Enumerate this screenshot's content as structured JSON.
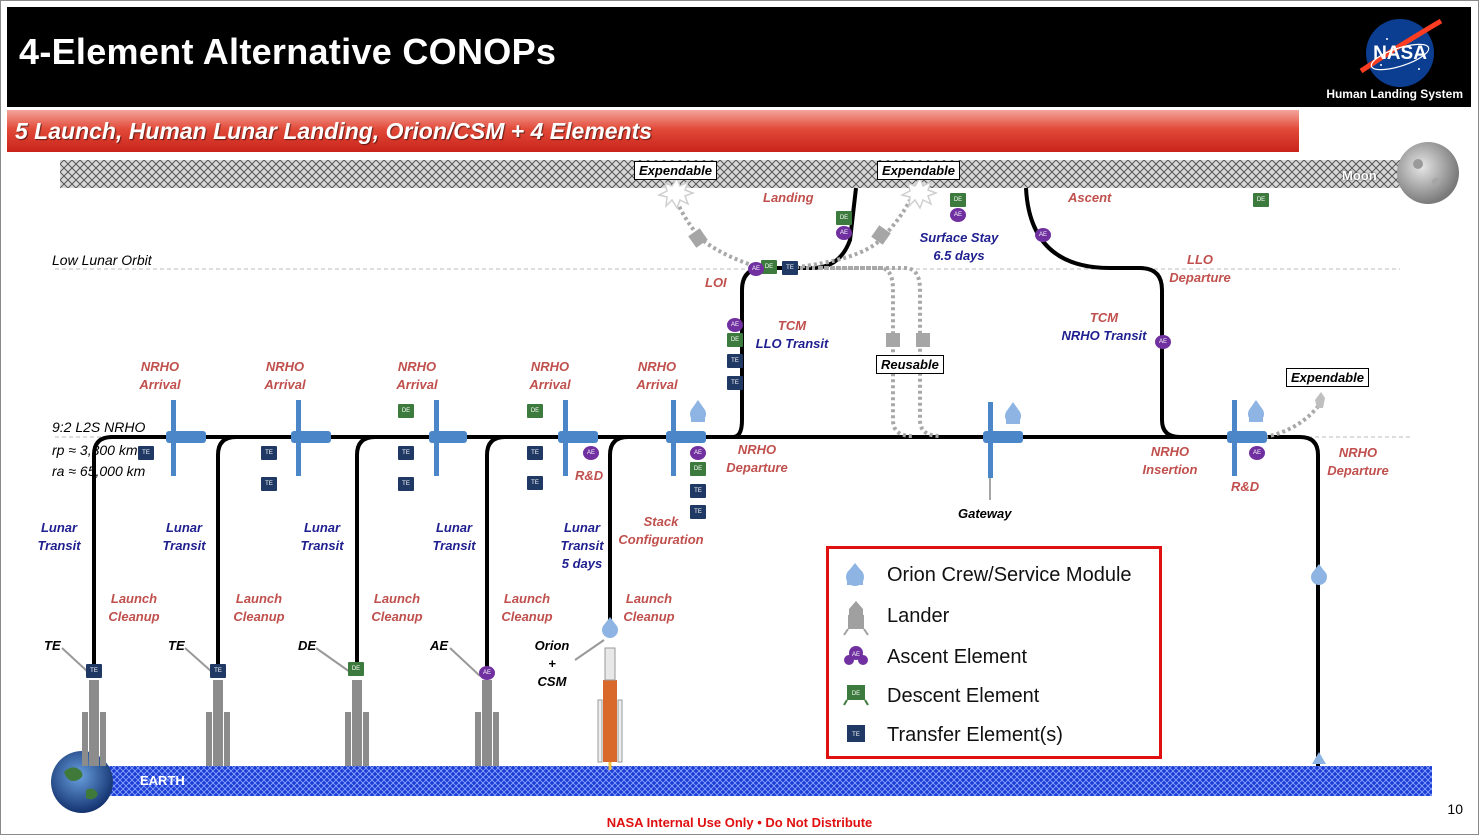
{
  "header": {
    "title": "4-Element Alternative CONOPs",
    "program": "Human Landing System",
    "logo_text": "NASA"
  },
  "subtitle": "5 Launch, Human Lunar Landing, Orion/CSM + 4 Elements",
  "regions": {
    "moon": "Moon",
    "earth": "EARTH"
  },
  "orbits": {
    "llo": "Low Lunar Orbit",
    "nrho": "9:2 L2S NRHO",
    "rp": "rp ≈ 3,300 km",
    "ra": "ra ≈ 65,000 km"
  },
  "tags": {
    "expendable_1": "Expendable",
    "expendable_2": "Expendable",
    "expendable_3": "Expendable",
    "reusable": "Reusable"
  },
  "phases": {
    "landing": "Landing",
    "ascent": "Ascent",
    "surface_stay_1": "Surface Stay",
    "surface_stay_2": "6.5 days",
    "loi": "LOI",
    "llo_departure_1": "LLO",
    "llo_departure_2": "Departure",
    "tcm_left_1": "TCM",
    "tcm_left_2": "LLO Transit",
    "tcm_right_1": "TCM",
    "tcm_right_2": "NRHO Transit",
    "gateway": "Gateway",
    "nrho_departure_1": "NRHO",
    "nrho_departure_2": "Departure",
    "nrho_insertion_1": "NRHO",
    "nrho_insertion_2": "Insertion",
    "nrho_departure_right_1": "NRHO",
    "nrho_departure_right_2": "Departure",
    "rd_1": "R&D",
    "rd_2": "R&D",
    "stack_1": "Stack",
    "stack_2": "Configuration",
    "orion_1": "Orion",
    "orion_2": "+",
    "orion_3": "CSM"
  },
  "arrivals": [
    {
      "l1": "NRHO",
      "l2": "Arrival"
    },
    {
      "l1": "NRHO",
      "l2": "Arrival"
    },
    {
      "l1": "NRHO",
      "l2": "Arrival"
    },
    {
      "l1": "NRHO",
      "l2": "Arrival"
    },
    {
      "l1": "NRHO",
      "l2": "Arrival"
    }
  ],
  "transits": [
    {
      "l1": "Lunar",
      "l2": "Transit",
      "l3": ""
    },
    {
      "l1": "Lunar",
      "l2": "Transit",
      "l3": ""
    },
    {
      "l1": "Lunar",
      "l2": "Transit",
      "l3": ""
    },
    {
      "l1": "Lunar",
      "l2": "Transit",
      "l3": ""
    },
    {
      "l1": "Lunar",
      "l2": "Transit",
      "l3": "5 days"
    }
  ],
  "cleanups": [
    {
      "l1": "Launch",
      "l2": "Cleanup"
    },
    {
      "l1": "Launch",
      "l2": "Cleanup"
    },
    {
      "l1": "Launch",
      "l2": "Cleanup"
    },
    {
      "l1": "Launch",
      "l2": "Cleanup"
    },
    {
      "l1": "Launch",
      "l2": "Cleanup"
    }
  ],
  "payloads": [
    "TE",
    "TE",
    "DE",
    "AE"
  ],
  "element_codes": {
    "te": "TE",
    "de": "DE",
    "ae": "AE"
  },
  "legend": [
    {
      "label": "Orion Crew/Service Module",
      "icon": "orion-icon"
    },
    {
      "label": "Lander",
      "icon": "lander-icon"
    },
    {
      "label": "Ascent Element",
      "icon": "ascent-element-icon"
    },
    {
      "label": "Descent Element",
      "icon": "descent-element-icon"
    },
    {
      "label": "Transfer Element(s)",
      "icon": "transfer-element-icon"
    }
  ],
  "colors": {
    "phase_red": "#c0504d",
    "phase_blue": "#1f1f8f",
    "orion": "#8db4e2",
    "ascent": "#7030a0",
    "descent": "#3d7a3d",
    "transfer": "#1f3864",
    "gateway": "#4a86c8",
    "legend_border": "#e01010"
  },
  "footer": "NASA Internal Use Only • Do Not Distribute",
  "page_number": "10"
}
